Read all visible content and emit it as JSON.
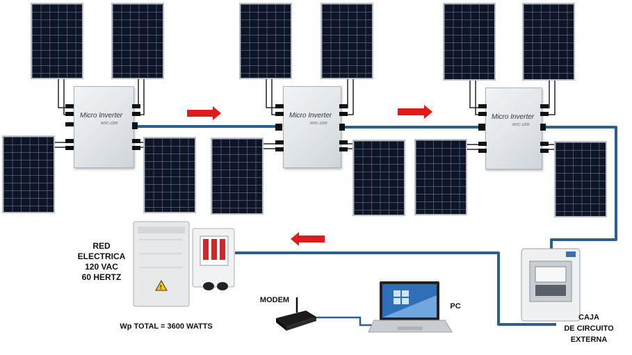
{
  "inverters": [
    {
      "brand": "Micro Inverter",
      "model": "WVC-1200"
    },
    {
      "brand": "Micro Inverter",
      "model": "WVC-1200"
    },
    {
      "brand": "Micro Inverter",
      "model": "WVC-1200"
    }
  ],
  "labels": {
    "red_electrica": [
      "RED",
      "ELECTRICA",
      "120 VAC",
      "60 HERTZ"
    ],
    "wp_total": "Wp TOTAL = 3600 WATTS",
    "modem": "MODEM",
    "pc": "PC",
    "caja": [
      "CAJA",
      "DE CIRCUITO",
      "EXTERNA"
    ]
  },
  "colors": {
    "cable": "#2d5f8e",
    "arrow": "#e01b1b",
    "panel_cell": "#0d1526",
    "panel_frame": "#b9bec6"
  },
  "icons": [
    "solar-panel-icon",
    "micro-inverter-icon",
    "electrical-panel-icon",
    "modem-icon",
    "laptop-icon",
    "circuit-box-icon",
    "flow-arrow-icon"
  ]
}
